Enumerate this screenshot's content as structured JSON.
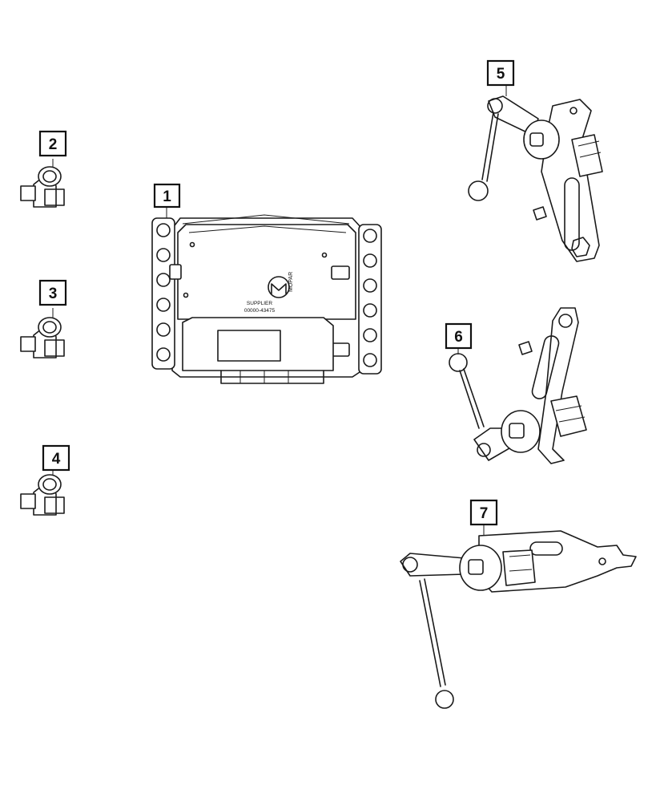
{
  "callouts": [
    {
      "id": "1",
      "label": "1"
    },
    {
      "id": "2",
      "label": "2"
    },
    {
      "id": "3",
      "label": "3"
    },
    {
      "id": "4",
      "label": "4"
    },
    {
      "id": "5",
      "label": "5"
    },
    {
      "id": "6",
      "label": "6"
    },
    {
      "id": "7",
      "label": "7"
    }
  ],
  "module": {
    "brand": "MOPAR",
    "supplier_line": "SUPPLIER",
    "part_number": "00000-43475"
  }
}
